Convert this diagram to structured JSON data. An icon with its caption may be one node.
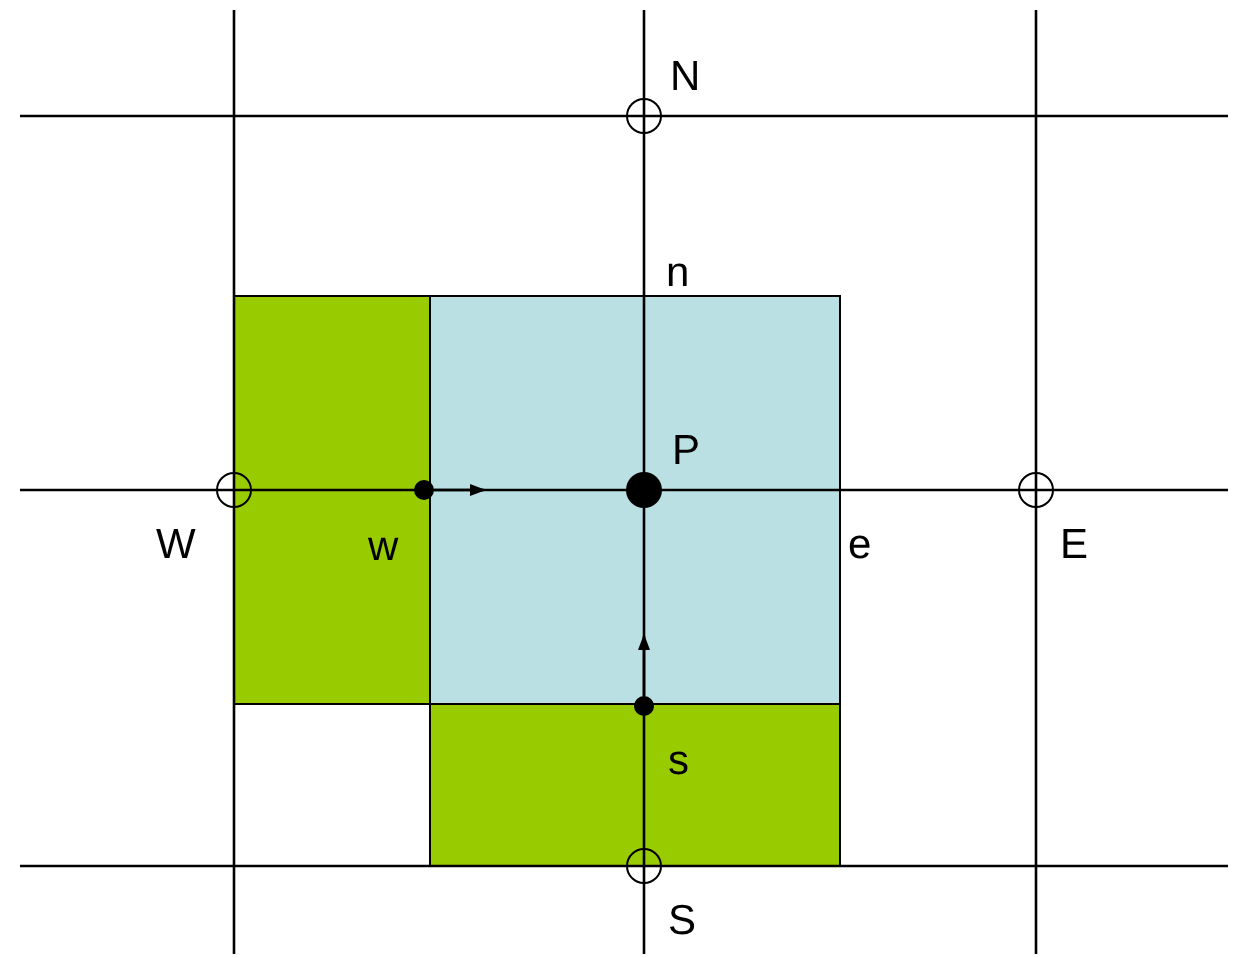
{
  "diagram": {
    "nodes": [
      {
        "text": [],
        "shape": "circle",
        "beside": [
          "N"
        ]
      },
      {
        "text": [],
        "shape": "circle",
        "beside": [
          "W"
        ]
      },
      {
        "text": [],
        "shape": "dot",
        "beside": [
          "w"
        ]
      },
      {
        "text": [],
        "shape": "dot",
        "beside": [
          "P"
        ]
      },
      {
        "text": [],
        "shape": "circle",
        "beside": [
          "E"
        ]
      },
      {
        "text": [],
        "shape": "dot",
        "beside": [
          "s"
        ]
      },
      {
        "text": [],
        "shape": "circle",
        "beside": [
          "S"
        ]
      }
    ],
    "edges": [
      {
        "from": 2,
        "to": null,
        "arrow": "to"
      },
      {
        "from": 5,
        "to": null,
        "arrow": "to"
      }
    ],
    "labels": [
      "n",
      "e"
    ]
  }
}
